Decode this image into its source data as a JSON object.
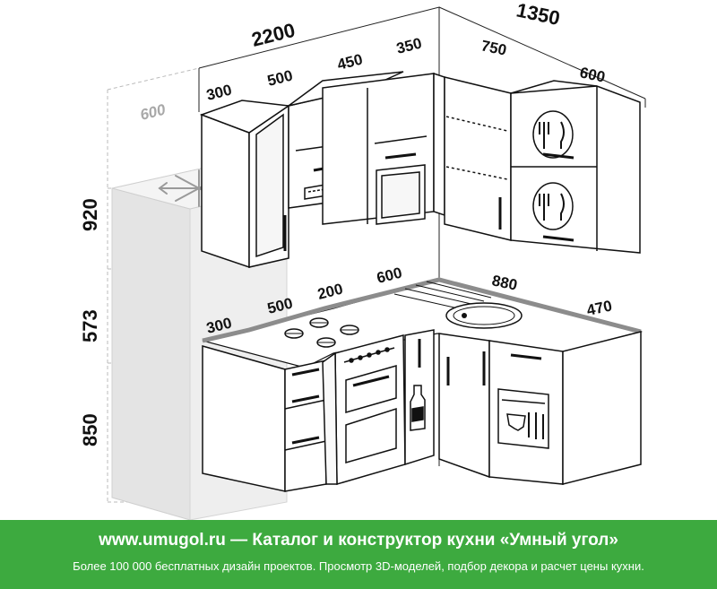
{
  "dimensions": {
    "total_width_left": "2200",
    "total_width_right": "1350",
    "fridge_depth": "600",
    "upper_seg_300": "300",
    "upper_seg_500": "500",
    "upper_seg_450": "450",
    "upper_seg_350": "350",
    "upper_seg_750": "750",
    "upper_seg_600": "600",
    "height_upper": "920",
    "height_mid": "573",
    "height_base": "850",
    "counter_300": "300",
    "counter_500": "500",
    "counter_200": "200",
    "counter_600": "600",
    "counter_880": "880",
    "counter_470": "470"
  },
  "footer": {
    "title": "www.umugol.ru — Каталог и конструктор кухни «Умный угол»",
    "subtitle": "Более 100 000 бесплатных дизайн проектов. Просмотр 3D-моделей, подбор декора и расчет цены кухни."
  },
  "colors": {
    "footer_bg": "#3daa3f",
    "line": "#111111",
    "fridge_fill": "#e6e6e6",
    "countertop": "#8c8c8c"
  },
  "icons": [
    "snowflake-icon",
    "plate-fork-knife-icon",
    "dishwasher-icon",
    "bottle-icon",
    "sink-icon",
    "cooktop-burners-icon"
  ]
}
